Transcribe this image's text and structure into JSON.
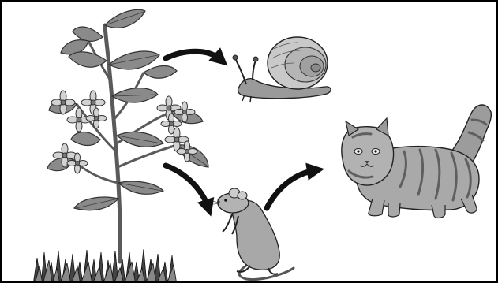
{
  "diagram": {
    "nodes": [
      {
        "id": "plant",
        "icon": "flowering-plant-icon"
      },
      {
        "id": "snail",
        "icon": "snail-icon"
      },
      {
        "id": "rat",
        "icon": "rat-icon"
      },
      {
        "id": "cat",
        "icon": "cat-icon"
      }
    ],
    "edges": [
      {
        "from": "plant",
        "to": "snail"
      },
      {
        "from": "plant",
        "to": "rat"
      },
      {
        "from": "rat",
        "to": "cat"
      }
    ]
  },
  "colors": {
    "border": "#000000",
    "background": "#ffffff",
    "arrow": "#111111",
    "leaf": "#7d7d7d",
    "leaf_dark": "#4a4a4a",
    "flower": "#cfcfcf",
    "animal_fill": "#a9a9a9",
    "animal_stripe": "#6c6c6c"
  }
}
